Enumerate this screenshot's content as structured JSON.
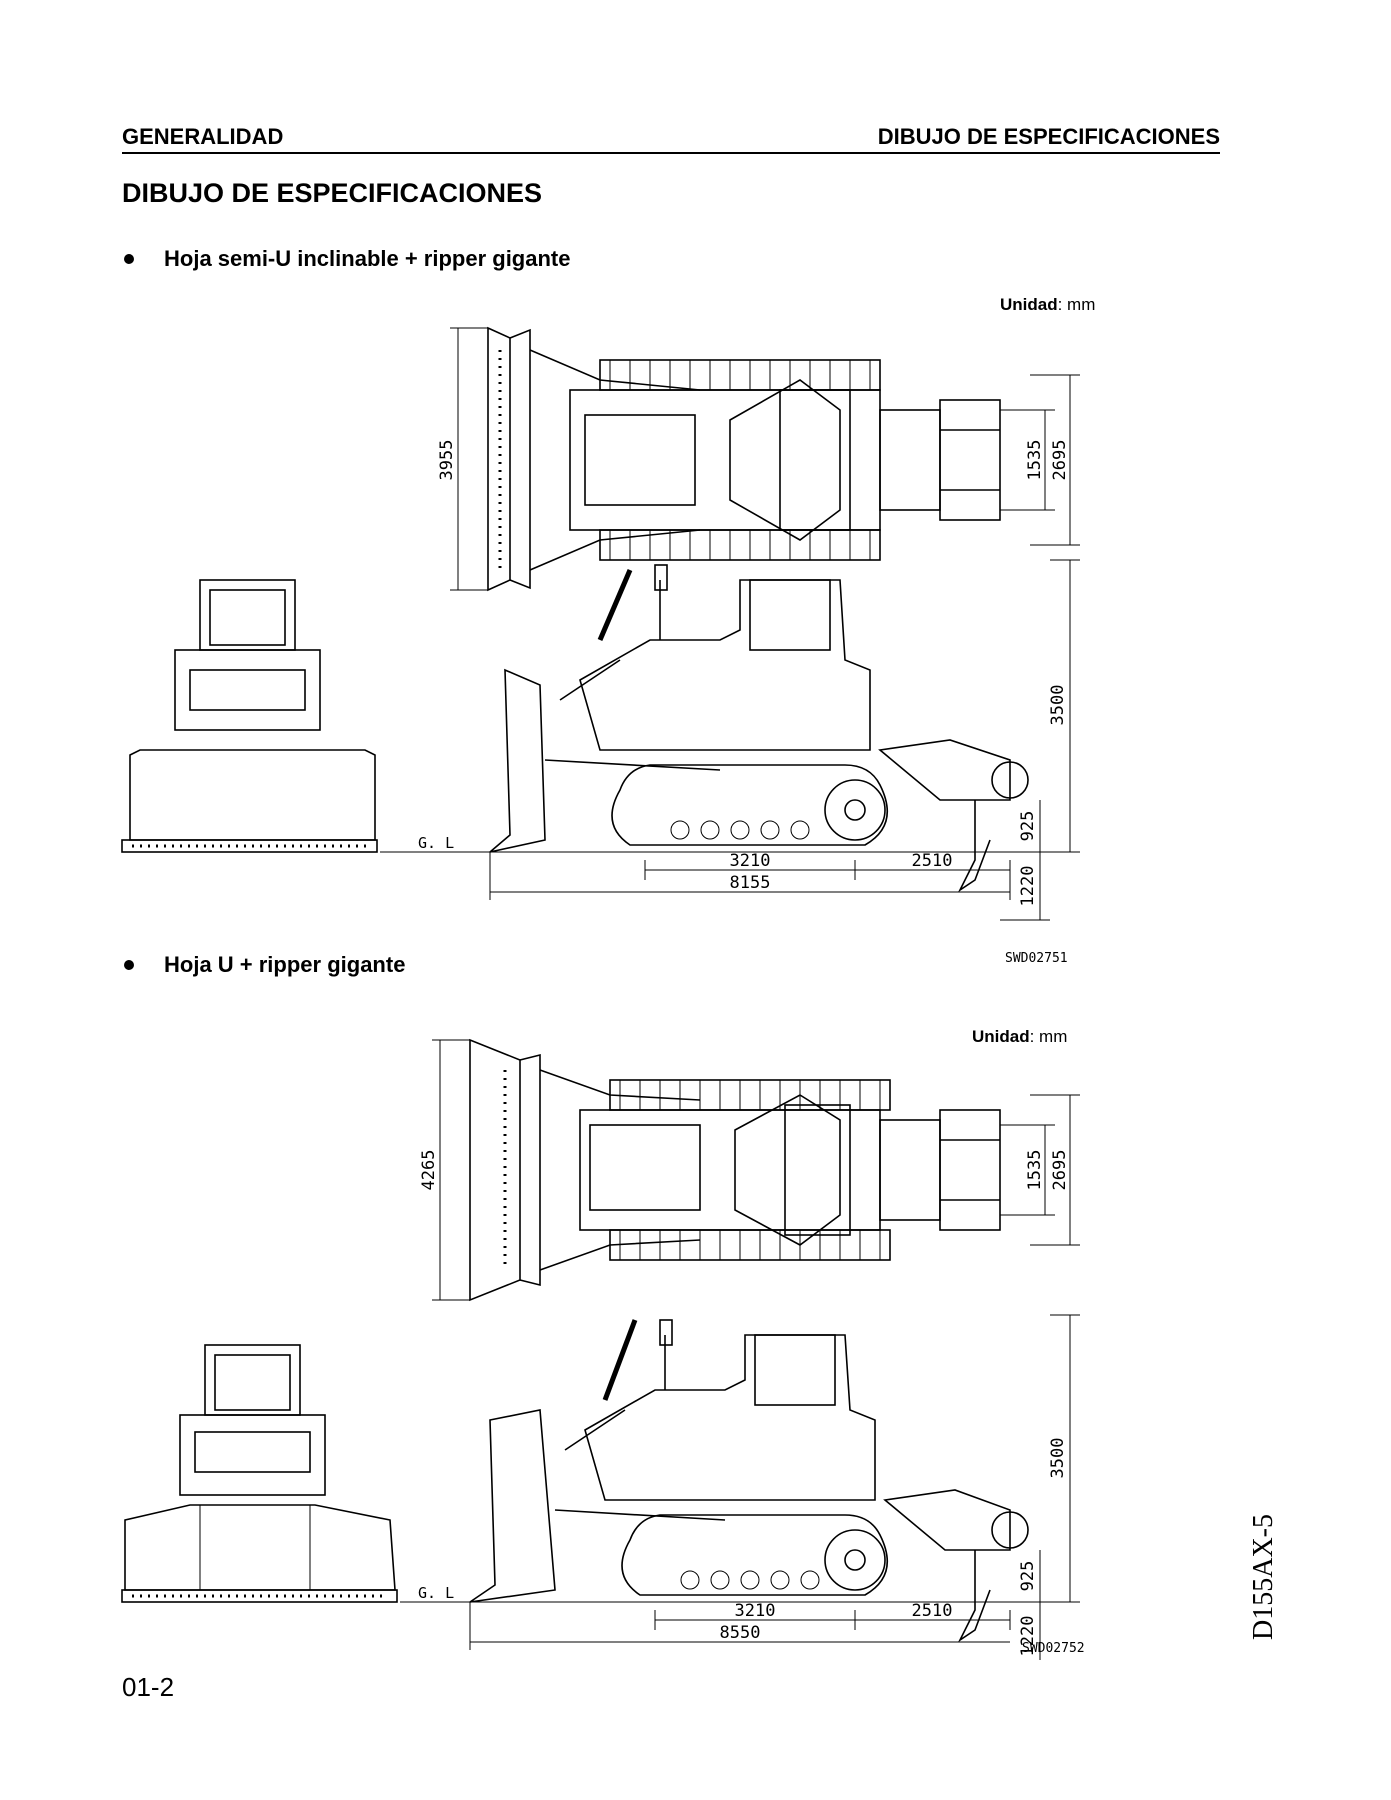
{
  "header": {
    "left": "GENERALIDAD",
    "right": "DIBUJO DE ESPECIFICACIONES"
  },
  "title": "DIBUJO DE ESPECIFICACIONES",
  "sections": [
    {
      "bullet": "Hoja semi-U inclinable + ripper gigante",
      "unit_label": "Unidad",
      "unit_value": ": mm",
      "dims": {
        "blade_width": "3955",
        "track_gauge": "1535",
        "track_width": "2695",
        "height": "3500",
        "ripper_height": "925",
        "ripper_depth": "1220",
        "tumbler_distance": "3210",
        "ripper_length": "2510",
        "overall_length": "8155",
        "ground_line": "G. L"
      },
      "drawing_code": "SWD02751"
    },
    {
      "bullet": "Hoja U + ripper gigante",
      "unit_label": "Unidad",
      "unit_value": ": mm",
      "dims": {
        "blade_width": "4265",
        "track_gauge": "1535",
        "track_width": "2695",
        "height": "3500",
        "ripper_height": "925",
        "ripper_depth": "1220",
        "tumbler_distance": "3210",
        "ripper_length": "2510",
        "overall_length": "8550",
        "ground_line": "G. L"
      },
      "drawing_code": "SWD02752"
    }
  ],
  "footer": {
    "page_number": "01-2",
    "model": "D155AX-5"
  }
}
